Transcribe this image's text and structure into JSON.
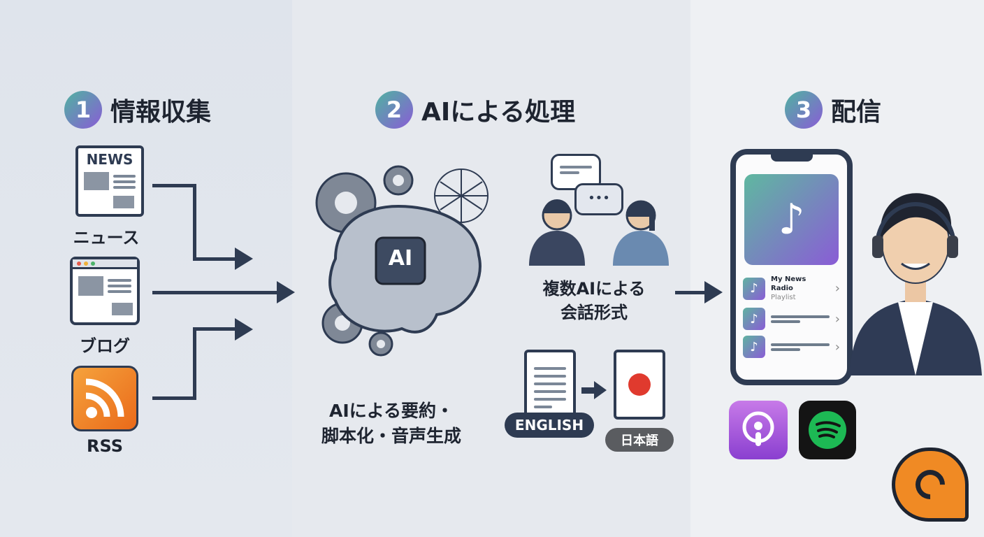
{
  "steps": [
    {
      "num": "1",
      "title": "情報収集"
    },
    {
      "num": "2",
      "title": "AIによる処理"
    },
    {
      "num": "3",
      "title": "配信"
    }
  ],
  "sources": {
    "news_icon_text": "NEWS",
    "news": "ニュース",
    "blog": "ブログ",
    "rss": "RSS"
  },
  "processing": {
    "ai_chip": "AI",
    "summary_line1": "AIによる要約・",
    "summary_line2": "脚本化・音声生成",
    "dialog_line1": "複数AIによる",
    "dialog_line2": "会話形式",
    "chat_dots": "•••",
    "english": "ENGLISH",
    "japanese": "日本語"
  },
  "delivery": {
    "playlist_title": "My News Radio",
    "playlist_sub": "Playlist",
    "chevron": "›"
  },
  "colors": {
    "accent_start": "#4fb3a0",
    "accent_end": "#8a5cd6",
    "dark": "#2e3b52",
    "rss": "#f07f22",
    "spotify": "#1db954",
    "podcasts": "#9b4fd8",
    "logo": "#f08a24"
  }
}
